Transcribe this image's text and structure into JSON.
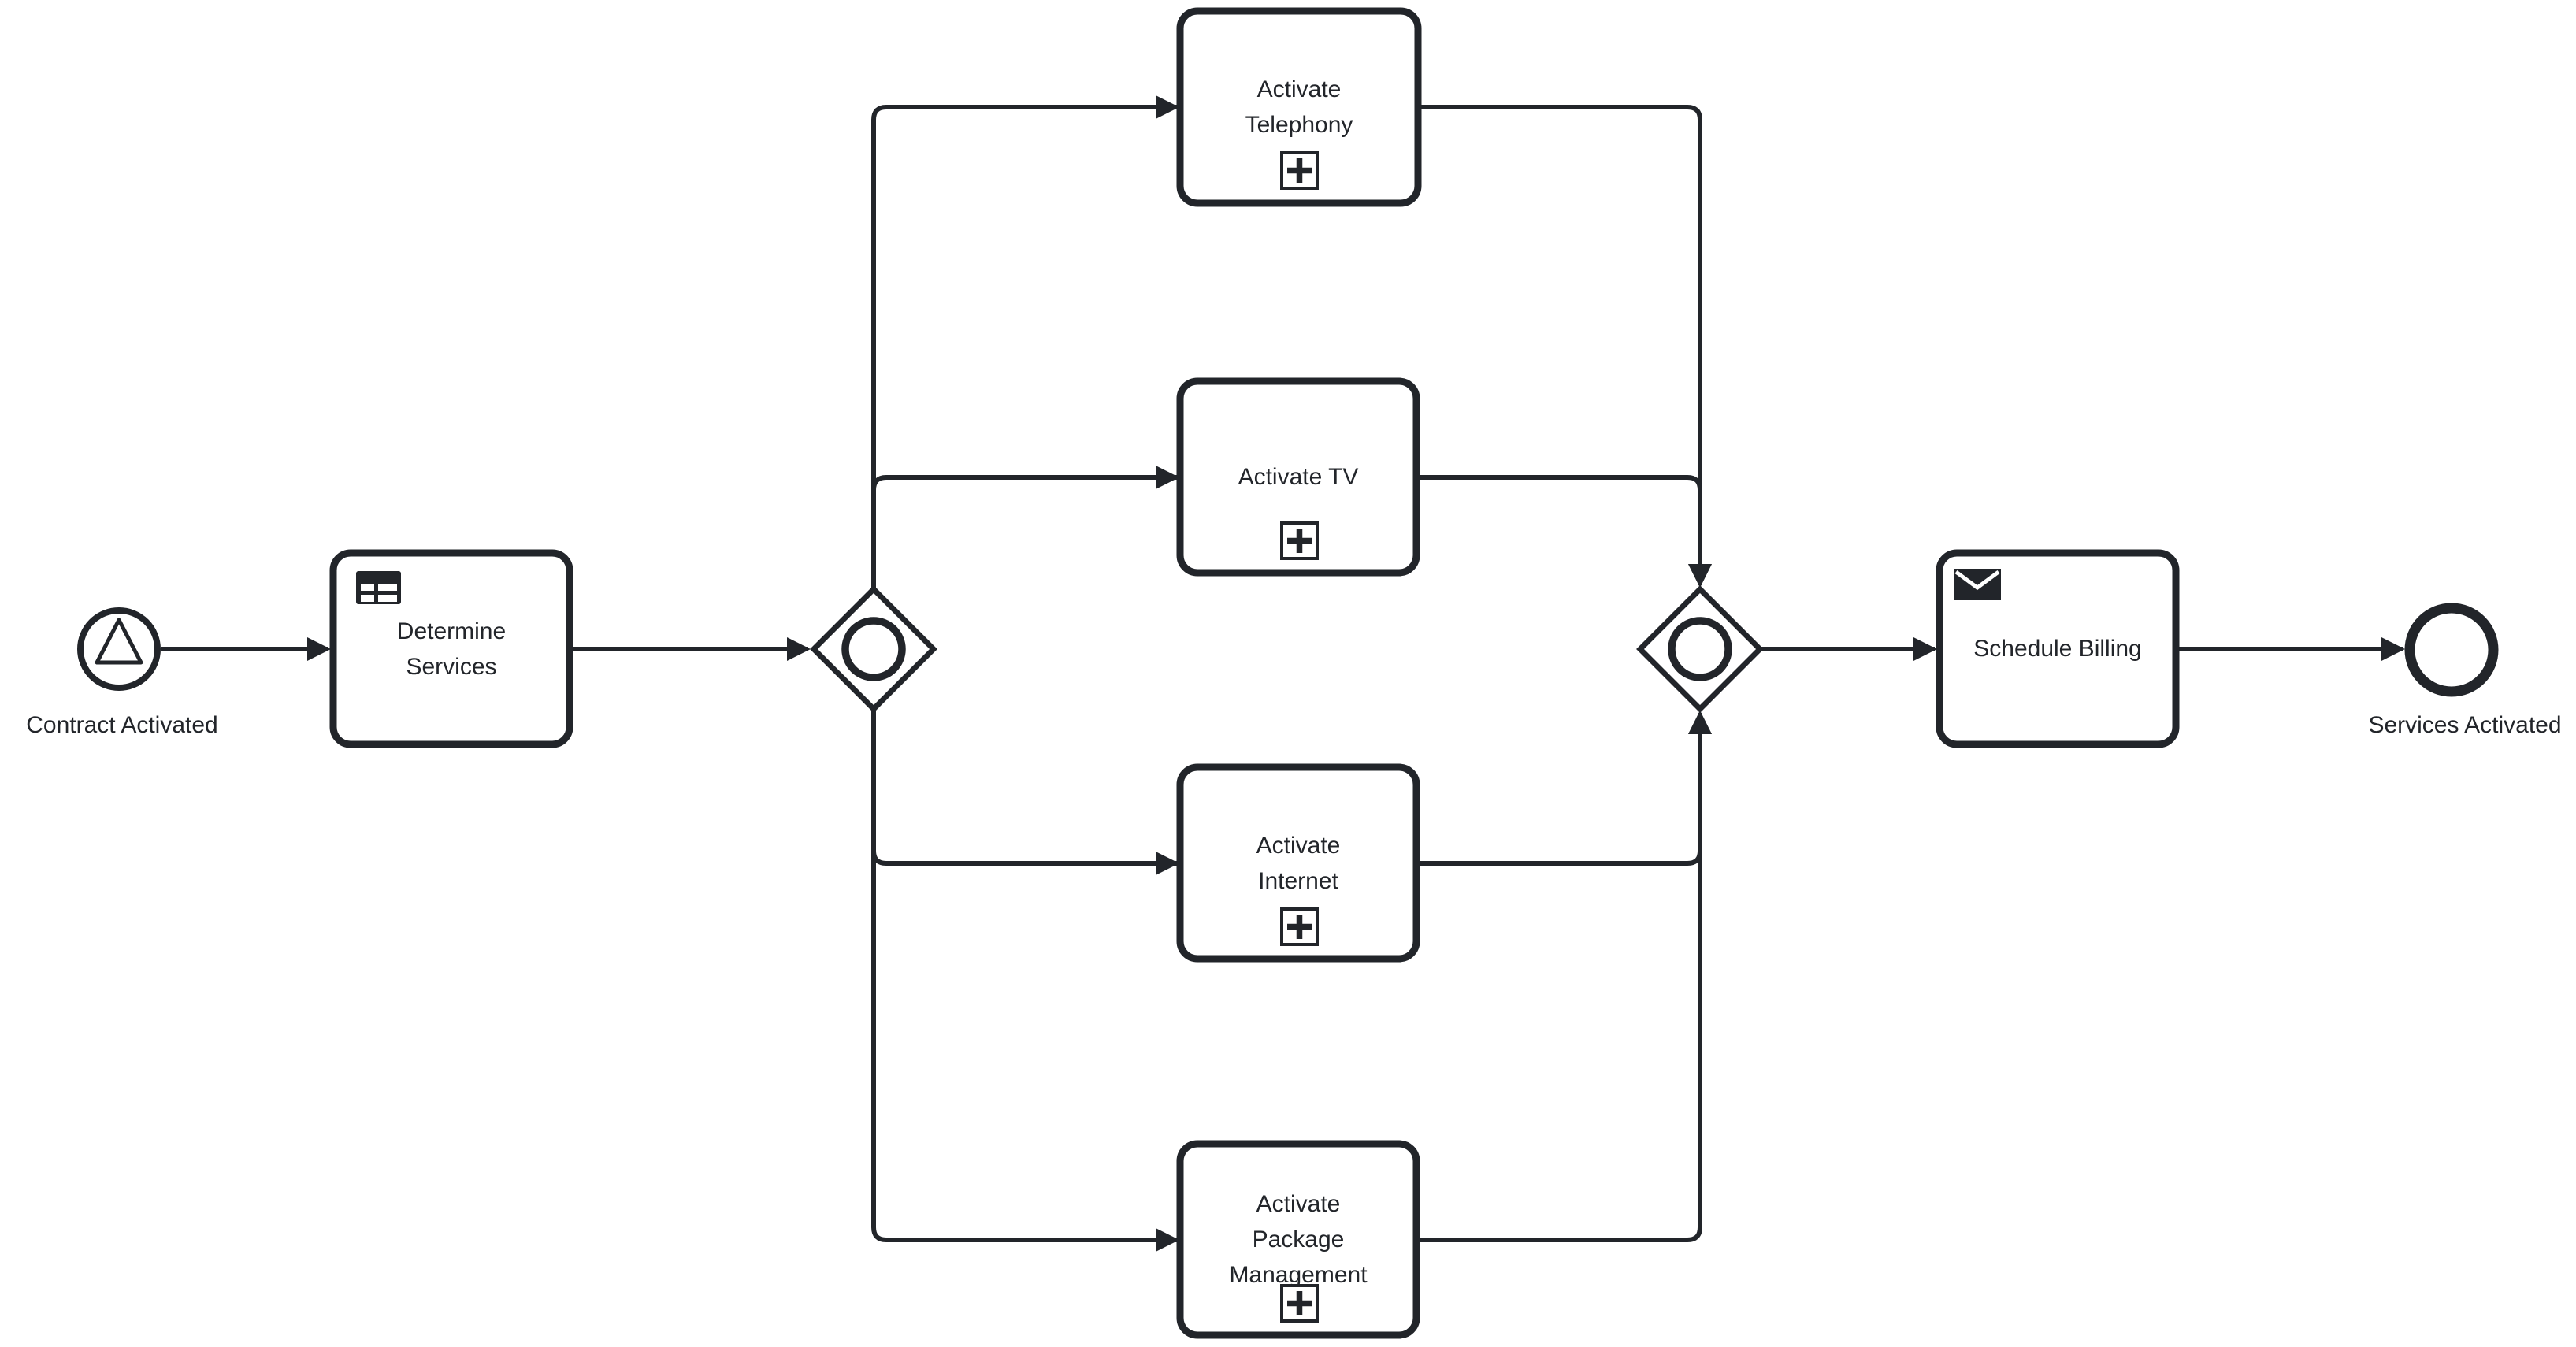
{
  "diagram": {
    "kind": "bpmn-process",
    "colors": {
      "stroke": "#22252a",
      "shape_fill": "#ffffff",
      "background": "#ffffff"
    },
    "nodes": [
      {
        "id": "contract-activated",
        "type": "signal-start-event",
        "icon": "signal-triangle-icon",
        "label": "Contract Activated"
      },
      {
        "id": "determine-services",
        "type": "business-rule-task",
        "icon": "business-rule-table-icon",
        "label": "Determine\nServices"
      },
      {
        "id": "split-gateway",
        "type": "inclusive-gateway",
        "icon": "inclusive-circle-icon",
        "label": ""
      },
      {
        "id": "activate-telephony",
        "type": "collapsed-subprocess",
        "icon": "subprocess-plus-icon",
        "label": "Activate\nTelephony"
      },
      {
        "id": "activate-tv",
        "type": "collapsed-subprocess",
        "icon": "subprocess-plus-icon",
        "label": "Activate TV"
      },
      {
        "id": "activate-internet",
        "type": "collapsed-subprocess",
        "icon": "subprocess-plus-icon",
        "label": "Activate\nInternet"
      },
      {
        "id": "activate-package-management",
        "type": "collapsed-subprocess",
        "icon": "subprocess-plus-icon",
        "label": "Activate\nPackage\nManagement"
      },
      {
        "id": "join-gateway",
        "type": "inclusive-gateway",
        "icon": "inclusive-circle-icon",
        "label": ""
      },
      {
        "id": "schedule-billing",
        "type": "send-task",
        "icon": "message-envelope-icon",
        "label": "Schedule Billing"
      },
      {
        "id": "services-activated",
        "type": "end-event",
        "icon": "none",
        "label": "Services Activated"
      }
    ],
    "edges": [
      {
        "from": "contract-activated",
        "to": "determine-services"
      },
      {
        "from": "determine-services",
        "to": "split-gateway"
      },
      {
        "from": "split-gateway",
        "to": "activate-telephony"
      },
      {
        "from": "split-gateway",
        "to": "activate-tv"
      },
      {
        "from": "split-gateway",
        "to": "activate-internet"
      },
      {
        "from": "split-gateway",
        "to": "activate-package-management"
      },
      {
        "from": "activate-telephony",
        "to": "join-gateway"
      },
      {
        "from": "activate-tv",
        "to": "join-gateway"
      },
      {
        "from": "activate-internet",
        "to": "join-gateway"
      },
      {
        "from": "activate-package-management",
        "to": "join-gateway"
      },
      {
        "from": "join-gateway",
        "to": "schedule-billing"
      },
      {
        "from": "schedule-billing",
        "to": "services-activated"
      }
    ]
  }
}
